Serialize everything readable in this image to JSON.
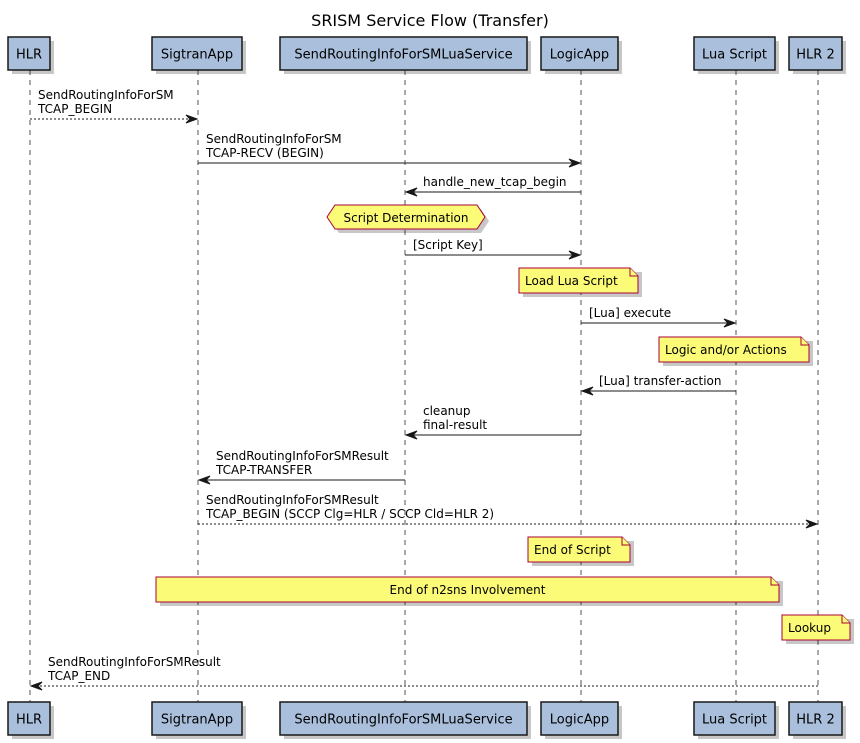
{
  "title": "SRISM Service Flow (Transfer)",
  "colors": {
    "participant_fill": "#A9BFDB",
    "participant_border": "#181818",
    "note_fill": "#FBFB77",
    "note_border": "#A80036",
    "arrow": "#181818",
    "lifeline": "#555555"
  },
  "participants": [
    {
      "id": "hlr",
      "label": "HLR"
    },
    {
      "id": "sigtran",
      "label": "SigtranApp"
    },
    {
      "id": "lua_service",
      "label": "SendRoutingInfoForSMLuaService"
    },
    {
      "id": "logic",
      "label": "LogicApp"
    },
    {
      "id": "lua_script",
      "label": "Lua Script"
    },
    {
      "id": "hlr2",
      "label": "HLR 2"
    }
  ],
  "events": [
    {
      "type": "message",
      "from": "hlr",
      "to": "sigtran",
      "style": "dashed",
      "lines": [
        "SendRoutingInfoForSM",
        "TCAP_BEGIN"
      ]
    },
    {
      "type": "message",
      "from": "sigtran",
      "to": "logic",
      "style": "solid",
      "lines": [
        "SendRoutingInfoForSM",
        "TCAP-RECV (BEGIN)"
      ]
    },
    {
      "type": "message",
      "from": "logic",
      "to": "lua_service",
      "style": "solid",
      "lines": [
        "handle_new_tcap_begin"
      ]
    },
    {
      "type": "hexagon",
      "over": "lua_service",
      "text": "Script Determination"
    },
    {
      "type": "message",
      "from": "lua_service",
      "to": "logic",
      "style": "solid",
      "lines": [
        "[Script Key]"
      ]
    },
    {
      "type": "note",
      "over": [
        "logic"
      ],
      "text": "Load Lua Script"
    },
    {
      "type": "message",
      "from": "logic",
      "to": "lua_script",
      "style": "solid",
      "lines": [
        "[Lua] execute"
      ]
    },
    {
      "type": "note",
      "over": [
        "lua_script"
      ],
      "text": "Logic and/or Actions"
    },
    {
      "type": "message",
      "from": "lua_script",
      "to": "logic",
      "style": "solid",
      "lines": [
        "[Lua] transfer-action"
      ]
    },
    {
      "type": "message",
      "from": "logic",
      "to": "lua_service",
      "style": "solid",
      "lines": [
        "cleanup",
        "final-result"
      ]
    },
    {
      "type": "message",
      "from": "lua_service",
      "to": "sigtran",
      "style": "solid",
      "lines": [
        "SendRoutingInfoForSMResult",
        "TCAP-TRANSFER"
      ]
    },
    {
      "type": "message",
      "from": "sigtran",
      "to": "hlr2",
      "style": "dashed",
      "lines": [
        "SendRoutingInfoForSMResult",
        "TCAP_BEGIN (SCCP Clg=HLR / SCCP Cld=HLR 2)"
      ]
    },
    {
      "type": "note",
      "over": [
        "logic"
      ],
      "text": "End of Script"
    },
    {
      "type": "note",
      "over": [
        "sigtran",
        "lua_script"
      ],
      "text": "End of n2sns Involvement"
    },
    {
      "type": "note",
      "over": [
        "hlr2"
      ],
      "text": "Lookup"
    },
    {
      "type": "message",
      "from": "hlr2",
      "to": "hlr",
      "style": "dashed",
      "lines": [
        "SendRoutingInfoForSMResult",
        "TCAP_END"
      ]
    }
  ]
}
